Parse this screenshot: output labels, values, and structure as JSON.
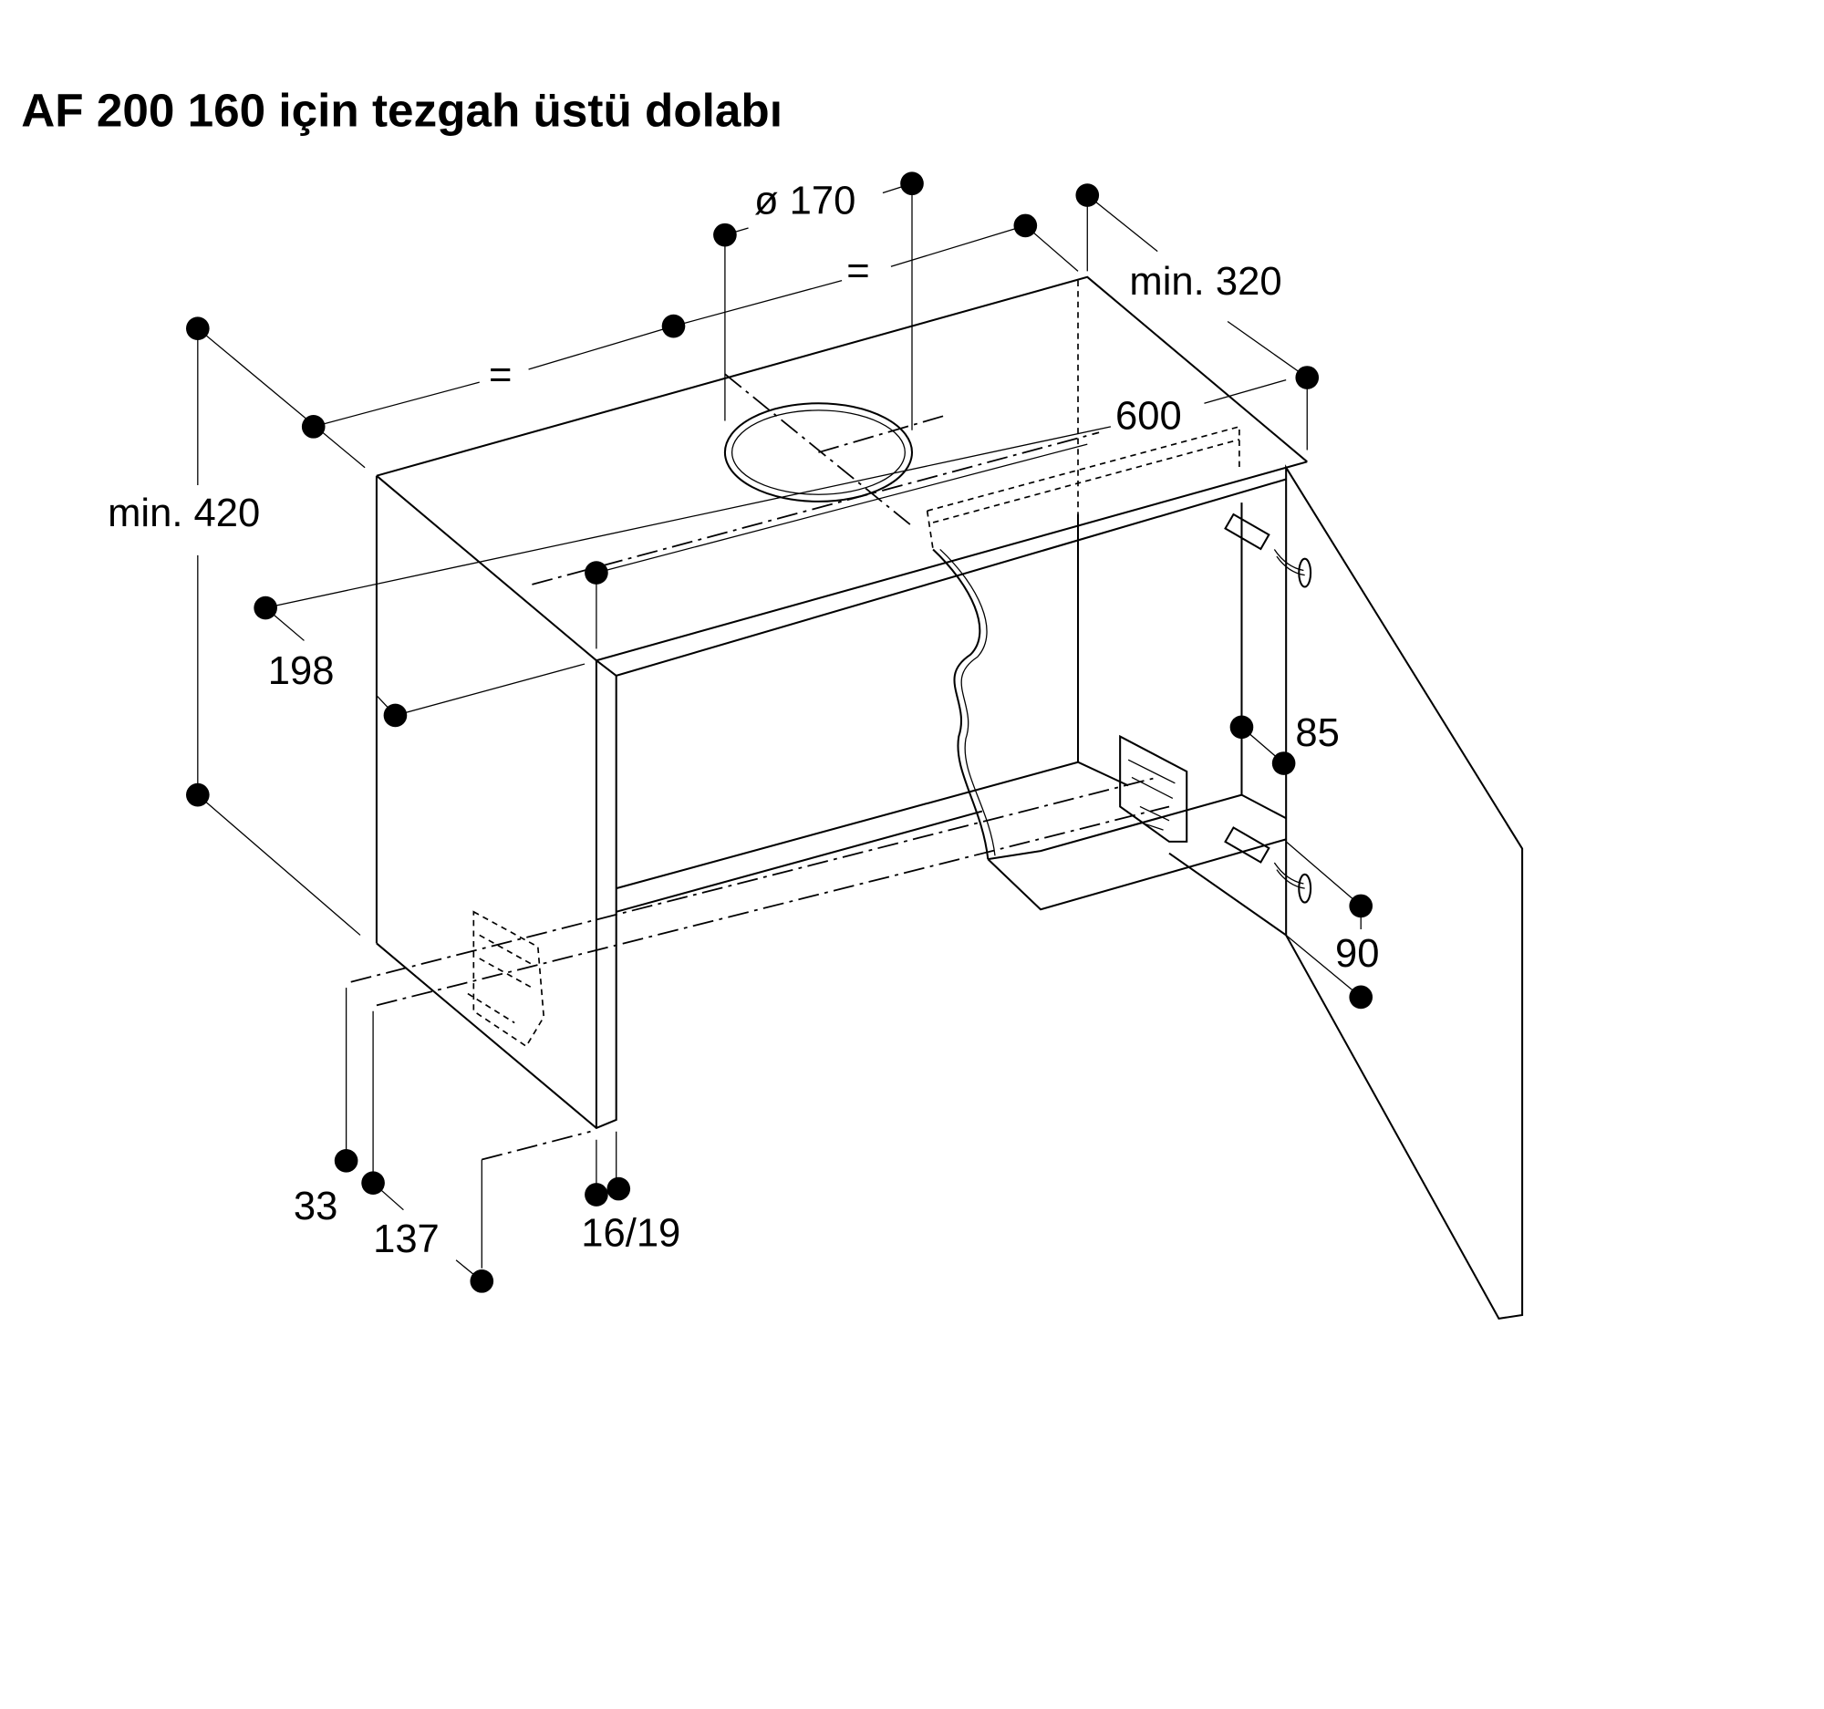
{
  "title": "AF 200 160 için tezgah üstü dolabı",
  "dimensions": {
    "diameter": "ø 170",
    "equal_left": "=",
    "equal_right": "=",
    "depth_min": "min. 320",
    "height_min": "min. 420",
    "width": "600",
    "offset_198": "198",
    "offset_85": "85",
    "offset_90": "90",
    "offset_33": "33",
    "offset_137": "137",
    "thickness": "16/19"
  }
}
